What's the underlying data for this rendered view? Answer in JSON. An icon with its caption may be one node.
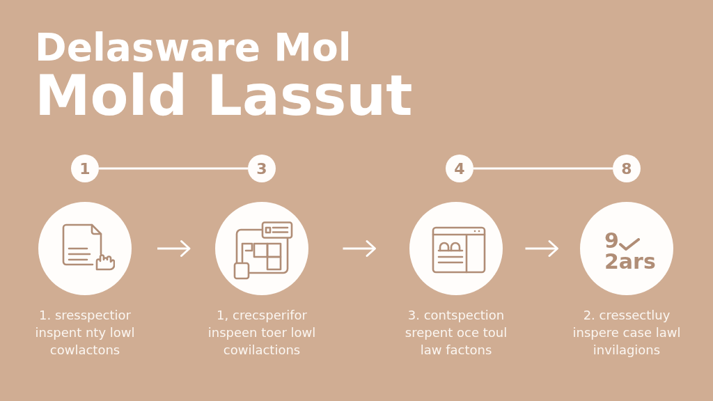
{
  "diagram": {
    "title": "Delasware Mol Mold Lassut",
    "nodes": [
      {
        "text": [
          "1"
        ]
      },
      {
        "text": [
          "3"
        ]
      },
      {
        "text": [
          "4"
        ]
      },
      {
        "text": [
          "8"
        ]
      },
      {
        "text": [],
        "shape": "circle",
        "beside": [
          "1. sresspectior inspent nty lowl cowlactons"
        ]
      },
      {
        "text": [],
        "shape": "circle",
        "beside": [
          "1, crecsperifor inspeen toer lowl cowilactions"
        ]
      },
      {
        "text": [],
        "shape": "circle",
        "beside": [
          "3. contspection srepent oce toul law factons"
        ]
      },
      {
        "text": [
          "9",
          "2ars"
        ],
        "beside": [
          "2. cressectluy inspere case lawl invilagions"
        ]
      }
    ],
    "edges": [
      {
        "from": 0,
        "to": 1,
        "arrow": "none"
      },
      {
        "from": 2,
        "to": 3,
        "arrow": "none"
      },
      {
        "from": 4,
        "to": 5,
        "arrow": "to"
      },
      {
        "from": 5,
        "to": 6,
        "arrow": "to"
      },
      {
        "from": 6,
        "to": 7,
        "arrow": "to"
      }
    ]
  }
}
